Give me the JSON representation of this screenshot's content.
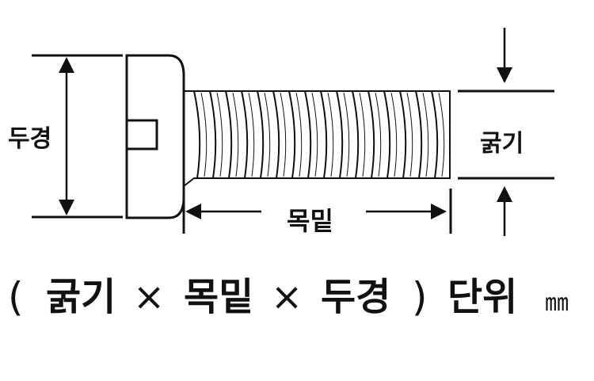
{
  "labels": {
    "diameter": "두경",
    "thickness": "굵기",
    "length": "목밑"
  },
  "formula": {
    "open_paren": "(",
    "thickness": "굵기",
    "times_1": "×",
    "length": "목밑",
    "times_2": "×",
    "diameter": "두경",
    "close_paren": ")",
    "unit_label": "단위",
    "unit": "㎜"
  },
  "colors": {
    "line": "#111111",
    "background": "#ffffff"
  },
  "icons": [
    "screw-icon",
    "arrow-up-icon",
    "arrow-down-icon",
    "arrow-left-icon",
    "arrow-right-icon"
  ]
}
